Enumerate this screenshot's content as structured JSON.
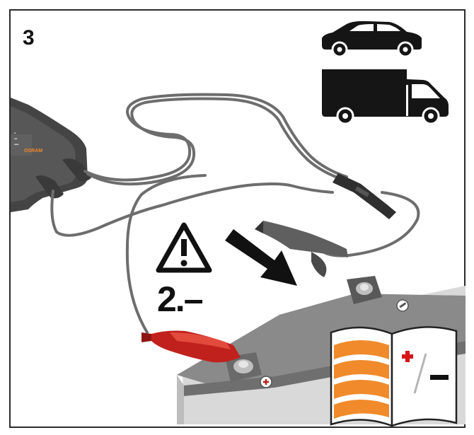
{
  "instruction": {
    "step_number": "3",
    "step_label": "2.–"
  },
  "device": {
    "brand_text": "OSRAM",
    "indicator_labels": [
      "▪",
      "▪▪",
      "▪▪▪"
    ]
  },
  "colors": {
    "frame": "#2b2b2b",
    "cable": "#6d6d6d",
    "clamp_negative": "#6b6b6b",
    "clamp_positive": "#c0211d",
    "battery_top": "#8a8a8a",
    "battery_front": "#d9d9d9",
    "manual_orange": "#f08a2a",
    "plus_red": "#d8141a"
  },
  "icons": [
    "car-icon",
    "van-icon",
    "warning-icon",
    "arrow-icon",
    "manual-icon"
  ]
}
